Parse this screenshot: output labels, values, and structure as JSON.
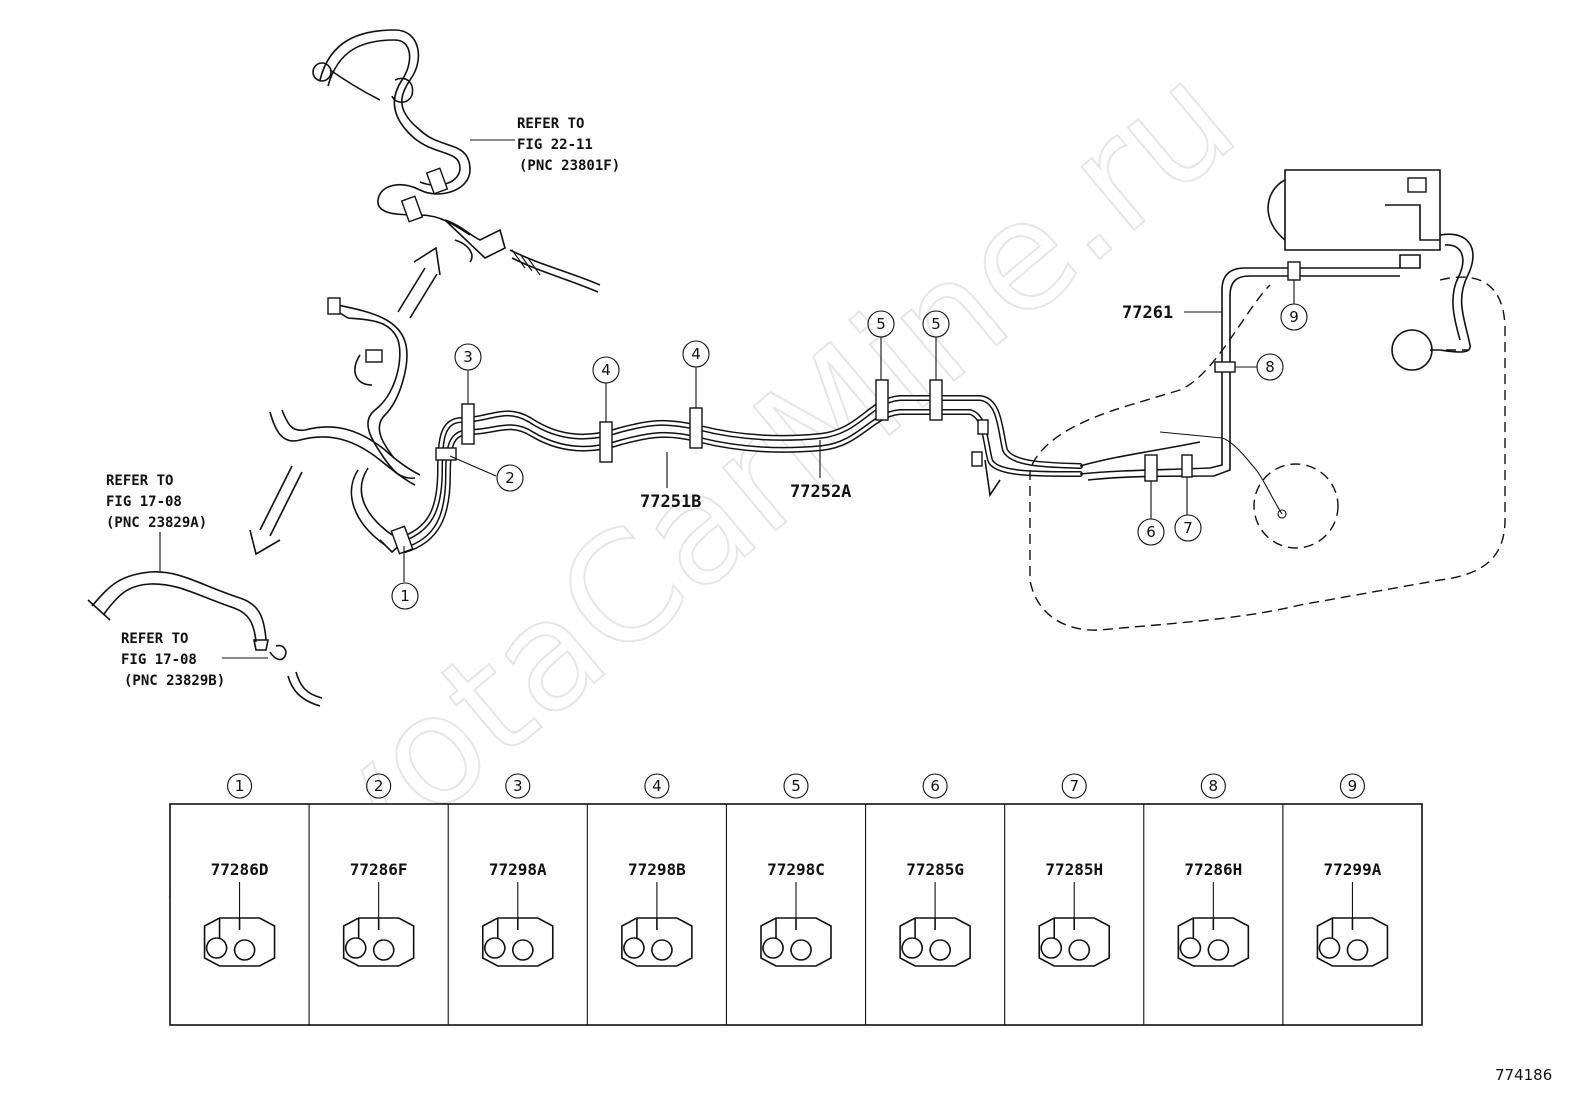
{
  "watermark": "ToyotaCarMine.ru",
  "refs": [
    {
      "line1": "REFER TO",
      "line2": "FIG 22-11",
      "line3": "(PNC 23801F)"
    },
    {
      "line1": "REFER TO",
      "line2": "FIG 17-08",
      "line3": "(PNC 23829A)"
    },
    {
      "line1": "REFER TO",
      "line2": "FIG 17-08",
      "line3": "(PNC 23829B)"
    }
  ],
  "parts": {
    "tube_b": "77251B",
    "tube_a": "77252A",
    "hose": "77261"
  },
  "callouts": [
    "1",
    "2",
    "3",
    "4",
    "4",
    "5",
    "5",
    "6",
    "7",
    "8",
    "9"
  ],
  "clip_table": [
    {
      "num": "1",
      "code": "77286D"
    },
    {
      "num": "2",
      "code": "77286F"
    },
    {
      "num": "3",
      "code": "77298A"
    },
    {
      "num": "4",
      "code": "77298B"
    },
    {
      "num": "5",
      "code": "77298C"
    },
    {
      "num": "6",
      "code": "77285G"
    },
    {
      "num": "7",
      "code": "77285H"
    },
    {
      "num": "8",
      "code": "77286H"
    },
    {
      "num": "9",
      "code": "77299A"
    }
  ],
  "figure_number": "774186"
}
